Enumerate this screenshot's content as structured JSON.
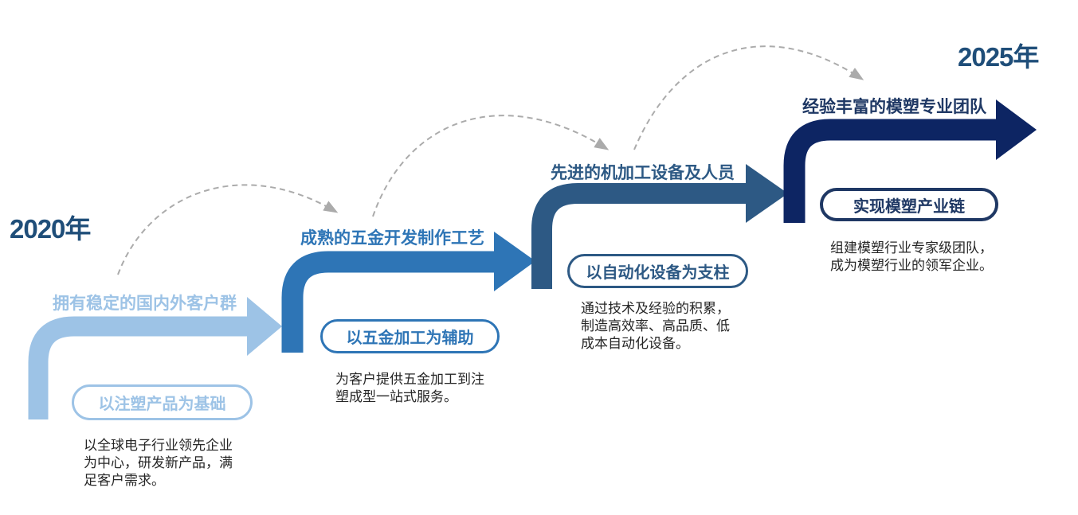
{
  "years": {
    "start": "2020年",
    "end": "2025年"
  },
  "colors": {
    "background": "#FFFFFF",
    "year_text": "#1F4E79",
    "stage1_blue": "#9DC3E6",
    "stage2_blue": "#2E75B6",
    "stage3_blue": "#2D5984",
    "stage4_arrow_navy": "#0D2563",
    "stage4_text_navy": "#1F3864",
    "dashed_arc_gray": "#ABABAB",
    "description_text": "#262626"
  },
  "stages": [
    {
      "heading": "拥有稳定的国内外客户群",
      "pill": "以注塑产品为基础",
      "description": "以全球电子行业领先企业为中心，研发新产品，满足客户需求。"
    },
    {
      "heading": "成熟的五金开发制作工艺",
      "pill": "以五金加工为辅助",
      "description": "为客户提供五金加工到注塑成型一站式服务。"
    },
    {
      "heading": "先进的机加工设备及人员",
      "pill": "以自动化设备为支柱",
      "description": "通过技术及经验的积累，制造高效率、高品质、低成本自动化设备。"
    },
    {
      "heading": "经验丰富的模塑专业团队",
      "pill": "实现模塑产业链",
      "description": "组建模塑行业专家级团队，成为模塑行业的领军企业。"
    }
  ]
}
